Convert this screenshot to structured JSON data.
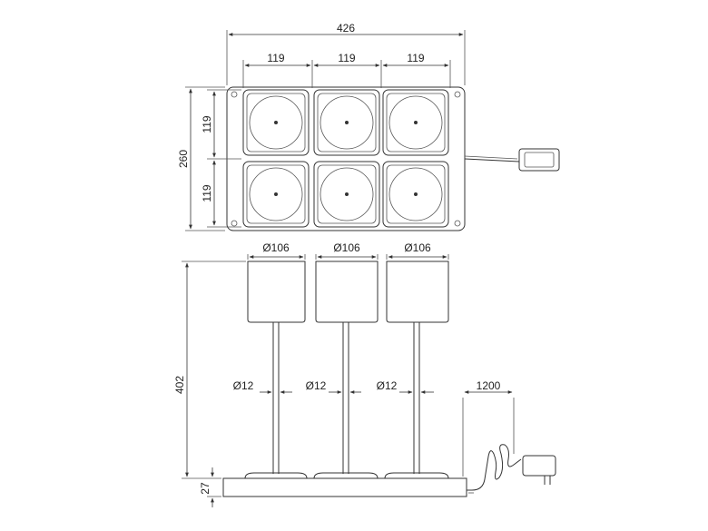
{
  "dimensions": {
    "total_width": "426",
    "cell_width_1": "119",
    "cell_width_2": "119",
    "cell_width_3": "119",
    "total_height": "260",
    "cell_height_1": "119",
    "cell_height_2": "119",
    "shade_diameter_1": "Ø106",
    "shade_diameter_2": "Ø106",
    "shade_diameter_3": "Ø106",
    "lamp_height": "402",
    "stem_diameter_1": "Ø12",
    "stem_diameter_2": "Ø12",
    "stem_diameter_3": "Ø12",
    "cable_length": "1200",
    "base_height": "27"
  },
  "colors": {
    "line": "#333333",
    "background": "#ffffff"
  }
}
